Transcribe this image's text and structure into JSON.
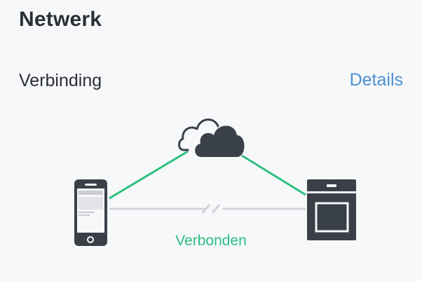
{
  "header": {
    "title": "Netwerk"
  },
  "connection": {
    "label": "Verbinding",
    "details_link": "Details",
    "status": "Verbonden"
  },
  "diagram": {
    "nodes": [
      {
        "name": "cloud",
        "icon": "cloud-icon"
      },
      {
        "name": "phone",
        "icon": "smartphone-icon"
      },
      {
        "name": "oven",
        "icon": "oven-icon"
      }
    ],
    "links": [
      {
        "from": "phone",
        "to": "cloud",
        "state": "connected"
      },
      {
        "from": "cloud",
        "to": "oven",
        "state": "connected"
      },
      {
        "from": "phone",
        "to": "oven",
        "state": "disconnected"
      }
    ]
  },
  "colors": {
    "background": "#f7f8fa",
    "text": "#2b2f36",
    "accent_link": "#4a8fd0",
    "connected": "#2dbf7f",
    "disconnected": "#d0d3d8",
    "device": "#3a4048"
  }
}
